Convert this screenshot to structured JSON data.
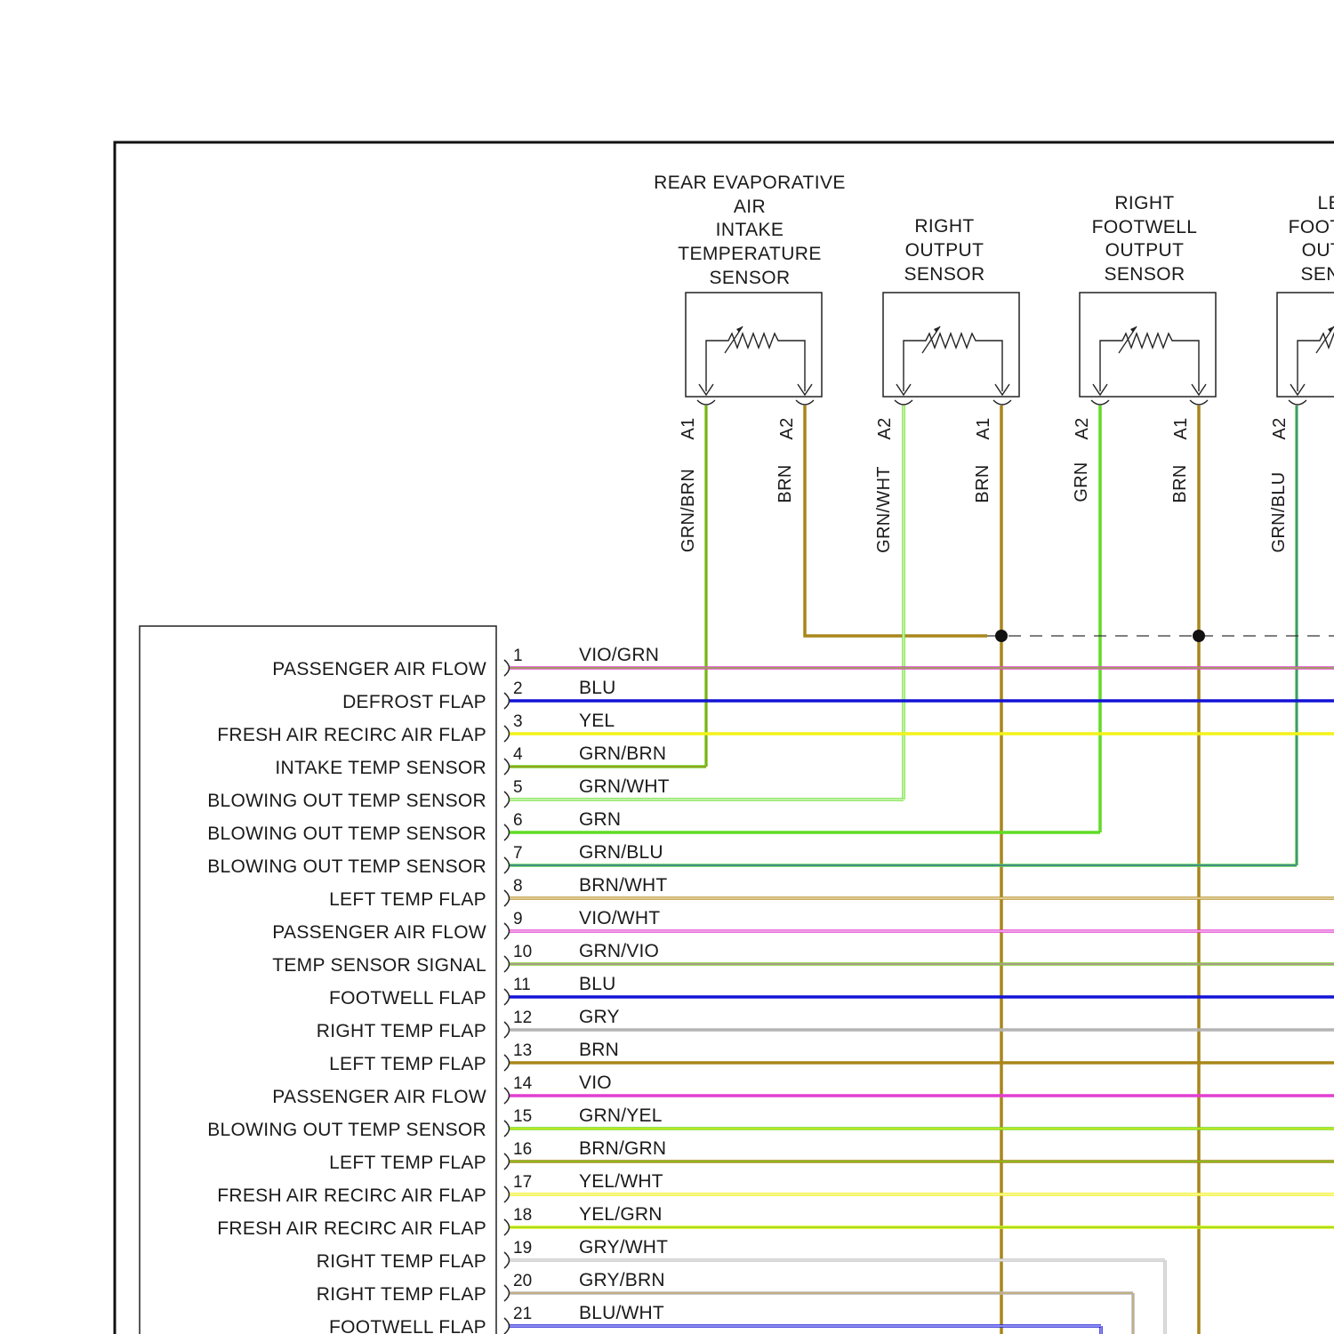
{
  "sensors": [
    {
      "title": [
        "REAR EVAPORATIVE",
        "AIR",
        "INTAKE",
        "TEMPERATURE",
        "SENSOR"
      ],
      "left_pin": "A1",
      "right_pin": "A2",
      "left_color": "GRN/BRN",
      "right_color": "BRN"
    },
    {
      "title": [
        "RIGHT",
        "OUTPUT",
        "SENSOR"
      ],
      "left_pin": "A2",
      "right_pin": "A1",
      "left_color": "GRN/WHT",
      "right_color": "BRN"
    },
    {
      "title": [
        "RIGHT",
        "FOOTWELL",
        "OUTPUT",
        "SENSOR"
      ],
      "left_pin": "A2",
      "right_pin": "A1",
      "left_color": "GRN",
      "right_color": "BRN"
    },
    {
      "title": [
        "LEFT",
        "FOOTWELL",
        "OUTPUT",
        "SENSOR"
      ],
      "left_pin": "A2",
      "right_pin": "",
      "left_color": "GRN/BLU",
      "right_color": ""
    }
  ],
  "pins": [
    {
      "num": "1",
      "color": "VIO/GRN",
      "function": "PASSENGER AIR FLOW",
      "stroke": "#e23fd1",
      "stripe": "#7ed321"
    },
    {
      "num": "2",
      "color": "BLU",
      "function": "DEFROST FLAP",
      "stroke": "#1414d6",
      "stripe": ""
    },
    {
      "num": "3",
      "color": "YEL",
      "function": "FRESH AIR RECIRC AIR FLAP",
      "stroke": "#f2f21a",
      "stripe": ""
    },
    {
      "num": "4",
      "color": "GRN/BRN",
      "function": "INTAKE TEMP SENSOR",
      "stroke": "#6fd62a",
      "stripe": "#a8861a"
    },
    {
      "num": "5",
      "color": "GRN/WHT",
      "function": "BLOWING OUT TEMP SENSOR",
      "stroke": "#74e03a",
      "stripe": "#e8ffe0"
    },
    {
      "num": "6",
      "color": "GRN",
      "function": "BLOWING OUT TEMP SENSOR",
      "stroke": "#5fdc25",
      "stripe": ""
    },
    {
      "num": "7",
      "color": "GRN/BLU",
      "function": "BLOWING OUT TEMP SENSOR",
      "stroke": "#5fd24a",
      "stripe": "#2f6aa8"
    },
    {
      "num": "8",
      "color": "BRN/WHT",
      "function": "LEFT TEMP FLAP",
      "stroke": "#b8922a",
      "stripe": "#f2ead2"
    },
    {
      "num": "9",
      "color": "VIO/WHT",
      "function": "PASSENGER AIR FLOW",
      "stroke": "#e23fd1",
      "stripe": "#f8d8f4"
    },
    {
      "num": "10",
      "color": "GRN/VIO",
      "function": "TEMP SENSOR SIGNAL",
      "stroke": "#7ed321",
      "stripe": "#c27ad0"
    },
    {
      "num": "11",
      "color": "BLU",
      "function": "FOOTWELL FLAP",
      "stroke": "#1414d6",
      "stripe": ""
    },
    {
      "num": "12",
      "color": "GRY",
      "function": "RIGHT TEMP FLAP",
      "stroke": "#b4b4b4",
      "stripe": ""
    },
    {
      "num": "13",
      "color": "BRN",
      "function": "LEFT TEMP FLAP",
      "stroke": "#a8861a",
      "stripe": ""
    },
    {
      "num": "14",
      "color": "VIO",
      "function": "PASSENGER AIR FLOW",
      "stroke": "#e23fd1",
      "stripe": ""
    },
    {
      "num": "15",
      "color": "GRN/YEL",
      "function": "BLOWING OUT TEMP SENSOR",
      "stroke": "#6fd62a",
      "stripe": "#e6f01a"
    },
    {
      "num": "16",
      "color": "BRN/GRN",
      "function": "LEFT TEMP FLAP",
      "stroke": "#a8861a",
      "stripe": "#7ed321"
    },
    {
      "num": "17",
      "color": "YEL/WHT",
      "function": "FRESH AIR RECIRC AIR FLAP",
      "stroke": "#f2f21a",
      "stripe": "#fafad0"
    },
    {
      "num": "18",
      "color": "YEL/GRN",
      "function": "FRESH AIR RECIRC AIR FLAP",
      "stroke": "#e6f01a",
      "stripe": "#7ed321"
    },
    {
      "num": "19",
      "color": "GRY/WHT",
      "function": "RIGHT TEMP FLAP",
      "stroke": "#c4c4c4",
      "stripe": "#ececec"
    },
    {
      "num": "20",
      "color": "GRY/BRN",
      "function": "RIGHT TEMP FLAP",
      "stroke": "#b8b8b8",
      "stripe": "#c9a866"
    },
    {
      "num": "21",
      "color": "BLU/WHT",
      "function": "FOOTWELL FLAP",
      "stroke": "#1a1ad6",
      "stripe": "#d0d0ff"
    }
  ],
  "wire_colors": {
    "brown": "#a8861a",
    "green": "#6fd62a",
    "border": "#111111"
  }
}
